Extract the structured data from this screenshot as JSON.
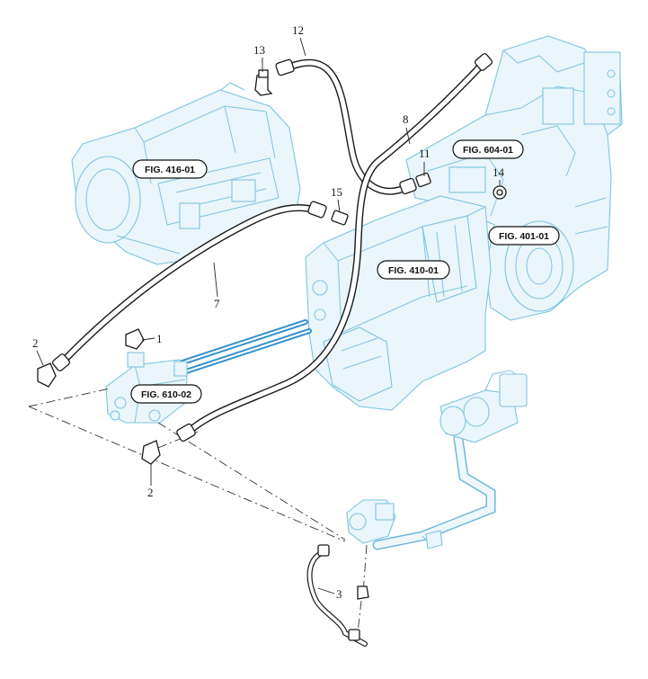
{
  "figure_labels": {
    "fig_416": "FIG. 416-01",
    "fig_604": "FIG. 604-01",
    "fig_401": "FIG. 401-01",
    "fig_410": "FIG. 410-01",
    "fig_610": "FIG. 610-02"
  },
  "callouts": {
    "c1": "1",
    "c2a": "2",
    "c2b": "2",
    "c3": "3",
    "c7": "7",
    "c8": "8",
    "c11": "11",
    "c12": "12",
    "c13": "13",
    "c14": "14",
    "c15": "15"
  },
  "colors": {
    "ghost_outline": "#7cc4e2",
    "ghost_fill": "#eaf6fb",
    "hose": "#1a1a1a",
    "line_blue": "#2e8fd0"
  }
}
